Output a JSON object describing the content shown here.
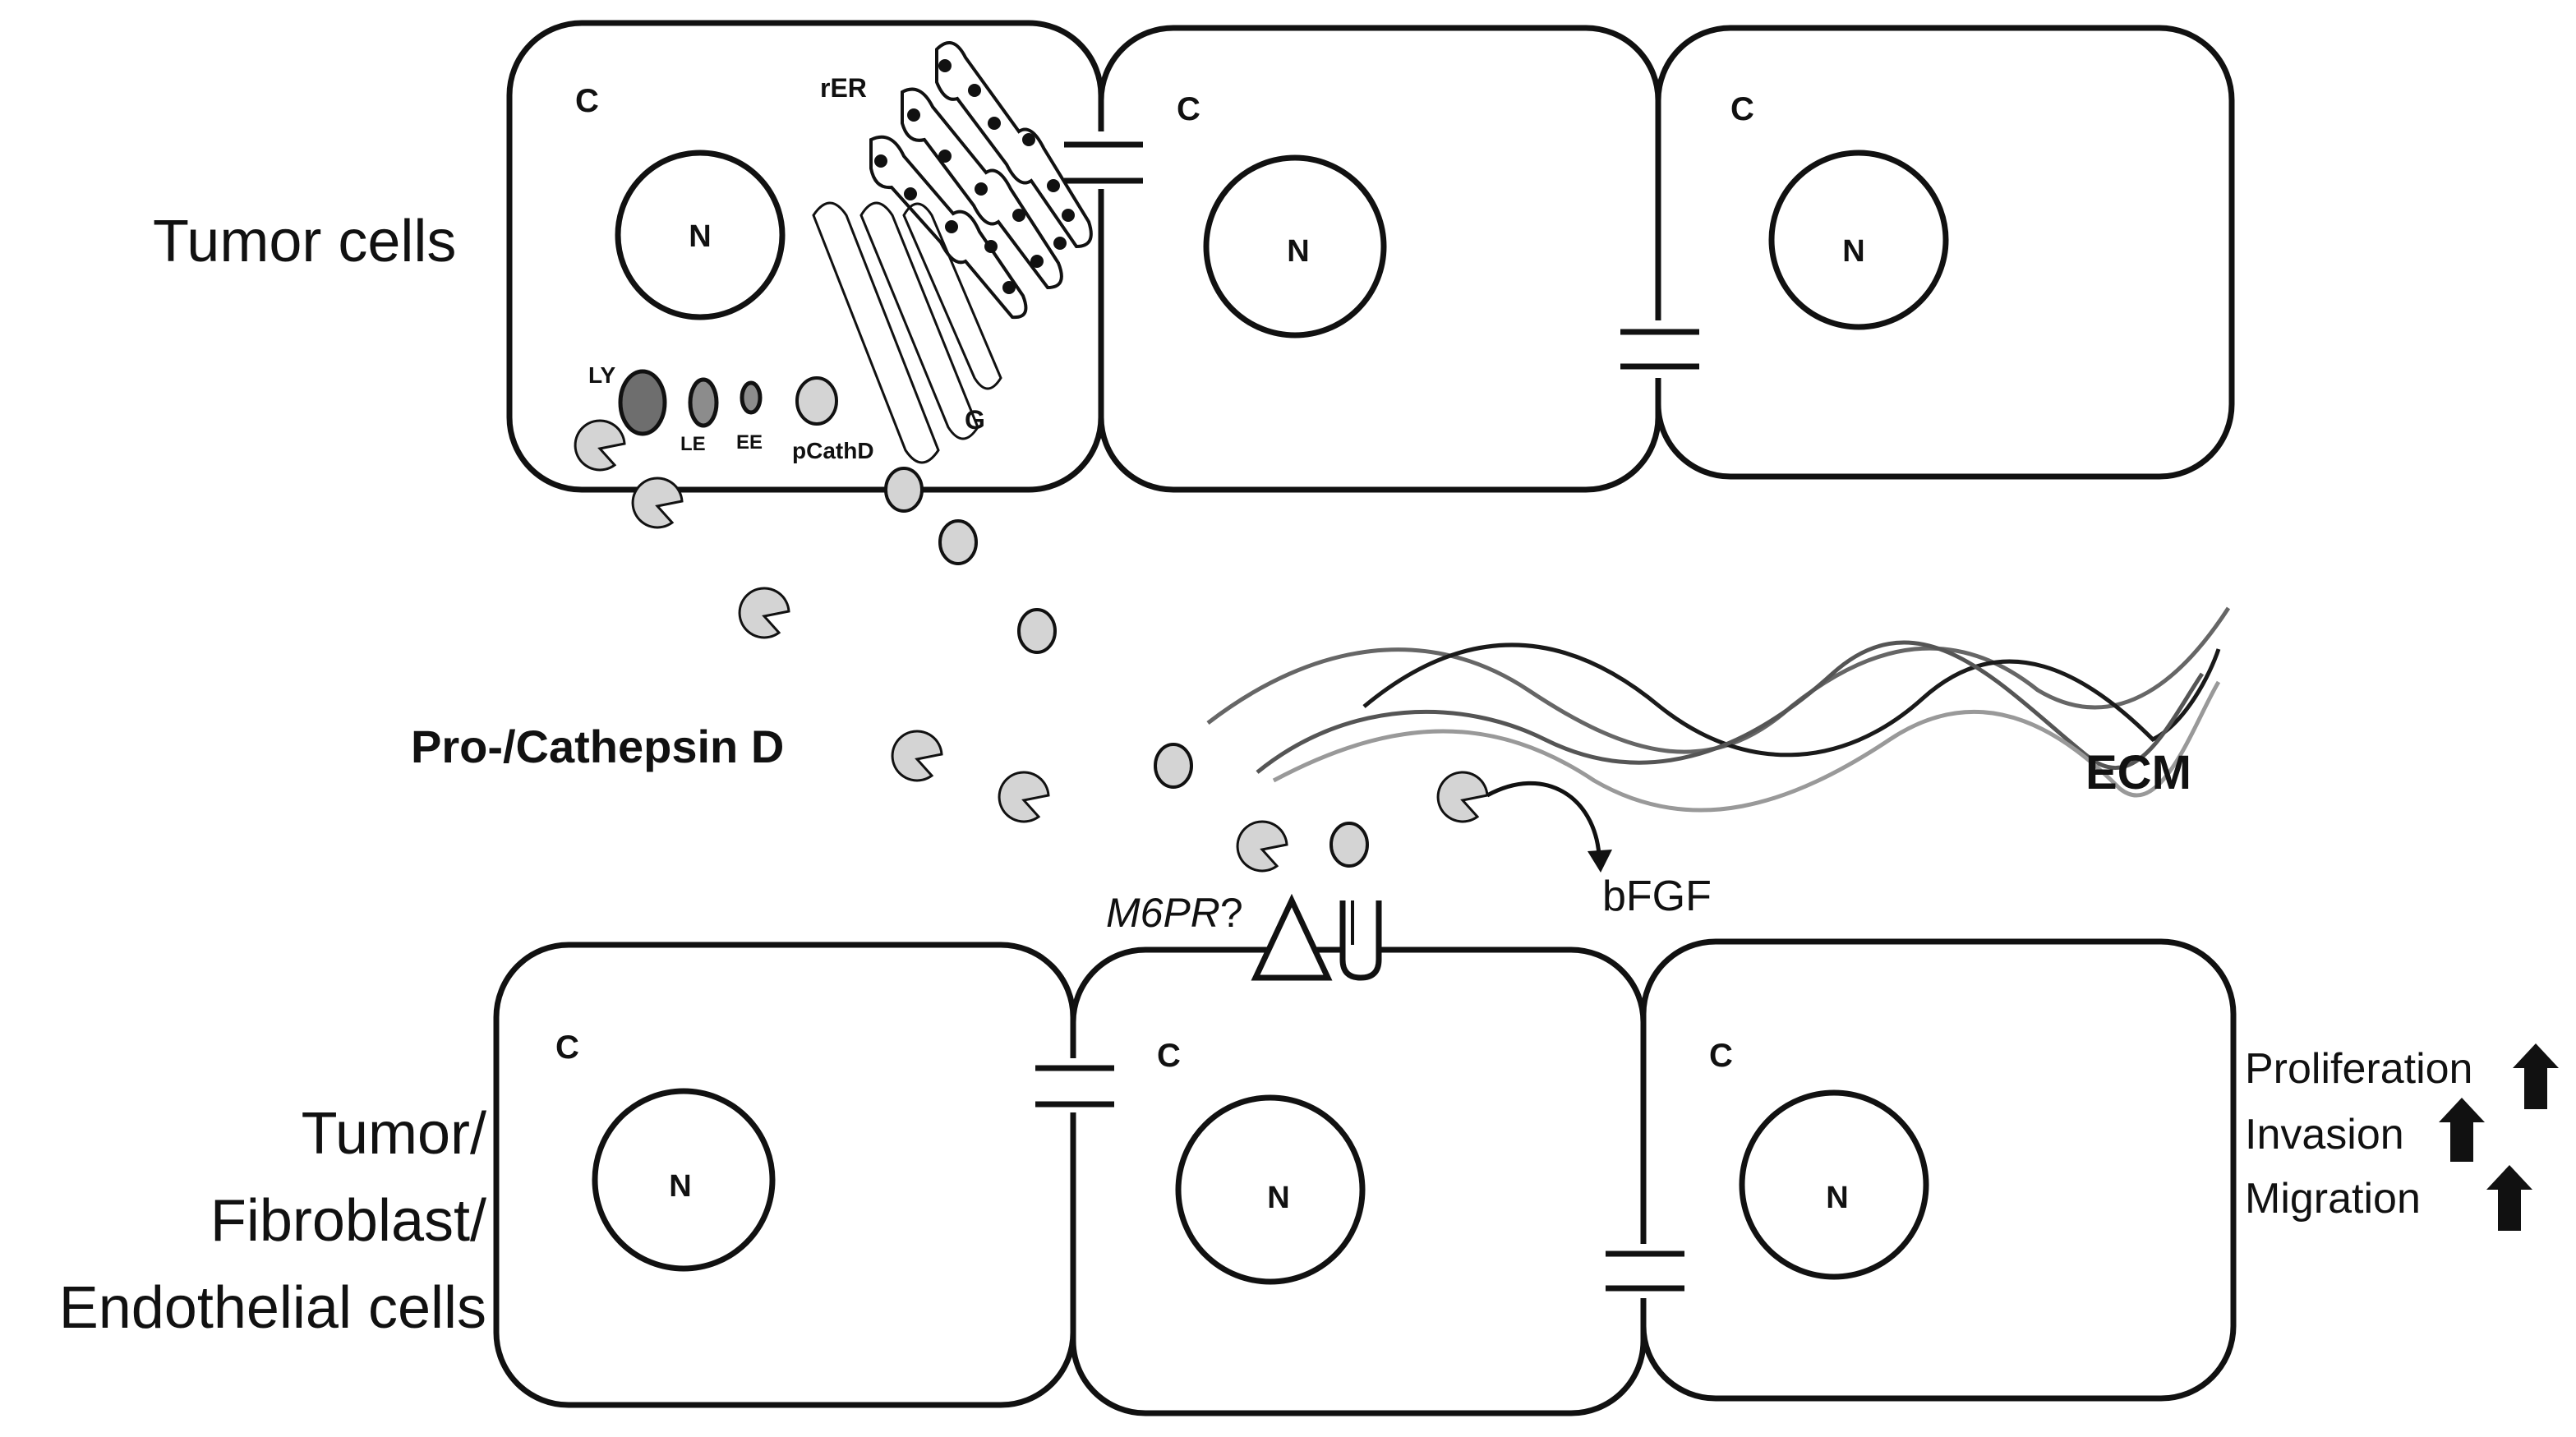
{
  "labels": {
    "tumor_cells": "Tumor cells",
    "bottom_cells": [
      "Tumor/",
      "Fibroblast/",
      "Endothelial cells"
    ],
    "cathepsin": "Pro-/Cathepsin D",
    "ecm": "ECM",
    "bfgf": "bFGF",
    "m6pr": "M6PR",
    "m6pr_q": "?",
    "cytoplasm": "C",
    "nucleus": "N",
    "rer": "rER",
    "golgi": "G",
    "lysosome": "LY",
    "late_endosome": "LE",
    "early_endosome": "EE",
    "pcathd": "pCathD"
  },
  "effects": [
    "Proliferation",
    "Invasion",
    "Migration"
  ],
  "colors": {
    "outline": "#111111",
    "procathepsin_fill": "#d4d4d4",
    "lysosome_fill": "#6e6e6e",
    "late_endosome_fill": "#8c8c8c",
    "ecm_dark": "#1a1a1a",
    "ecm_mid": "#666666",
    "ecm_light": "#999999"
  }
}
